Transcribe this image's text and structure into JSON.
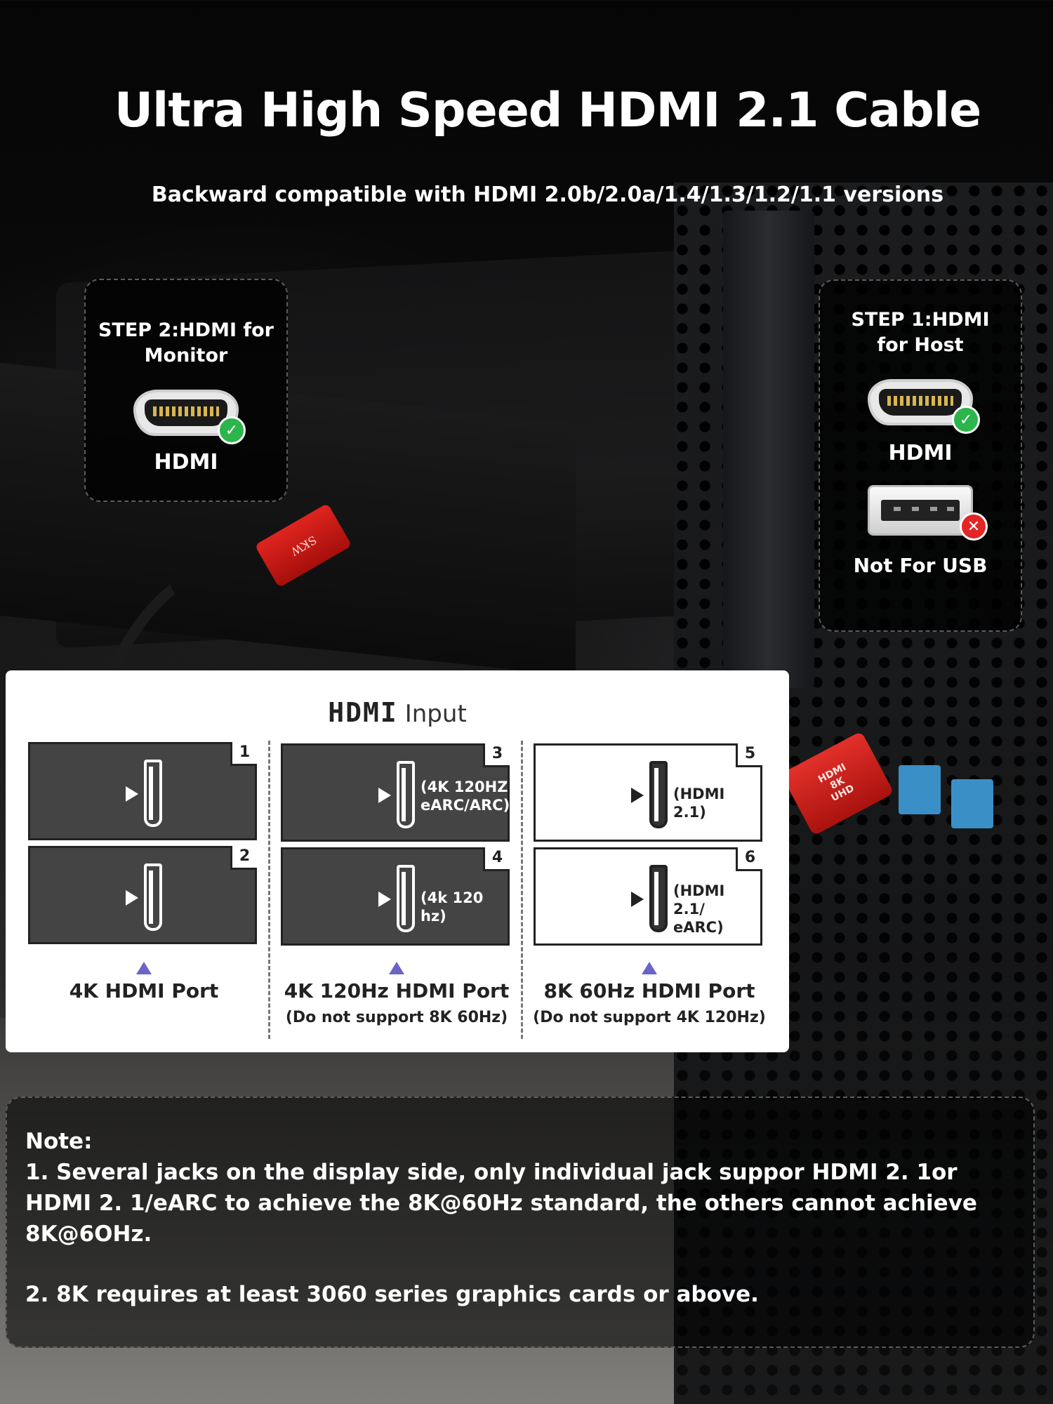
{
  "title": "Ultra High Speed HDMI 2.1 Cable",
  "subtitle": "Backward compatible with HDMI 2.0b/2.0a/1.4/1.3/1.2/1.1 versions",
  "steps": {
    "monitor": {
      "title_line1": "STEP 2:HDMI for",
      "title_line2": "Monitor",
      "port_label": "HDMI",
      "status_icon": "check-icon",
      "status_color": "#2bb54b"
    },
    "host": {
      "title_line1": "STEP 1:HDMI",
      "title_line2": "for Host",
      "hdmi_label": "HDMI",
      "hdmi_status_icon": "check-icon",
      "usb_label": "Not For USB",
      "usb_status_icon": "cross-icon",
      "usb_status_color": "#e32525"
    }
  },
  "cable_marks": {
    "left_plug": "SKW",
    "right_plug_line1": "HDMI",
    "right_plug_line2": "8K",
    "right_plug_line3": "UHD"
  },
  "hdmi_input": {
    "logo": "HDMI",
    "heading": "Input",
    "ports": [
      {
        "number": "1",
        "desc": ""
      },
      {
        "number": "2",
        "desc": ""
      },
      {
        "number": "3",
        "desc_line1": "(4K 120HZ",
        "desc_line2": "eARC/ARC)"
      },
      {
        "number": "4",
        "desc": "(4k 120 hz)"
      },
      {
        "number": "5",
        "desc": "(HDMI 2.1)"
      },
      {
        "number": "6",
        "desc_line1": "(HDMI 2.1/",
        "desc_line2": "eARC)"
      }
    ],
    "columns": [
      {
        "label": "4K HDMI Port",
        "sub": ""
      },
      {
        "label": "4K 120Hz HDMI Port",
        "sub": "(Do not support 8K 60Hz)"
      },
      {
        "label": "8K 60Hz HDMI Port",
        "sub": "(Do not support 4K 120Hz)"
      }
    ],
    "marker_color": "#6a64c8"
  },
  "note": {
    "heading": "Note:",
    "item1": "1. Several jacks on the display side, only individual jack suppor HDMI 2. 1or HDMI 2. 1/eARC to achieve the 8K@60Hz standard, the others cannot achieve 8K@6OHz.",
    "item2": "2. 8K requires at least 3060 series graphics cards or above."
  }
}
